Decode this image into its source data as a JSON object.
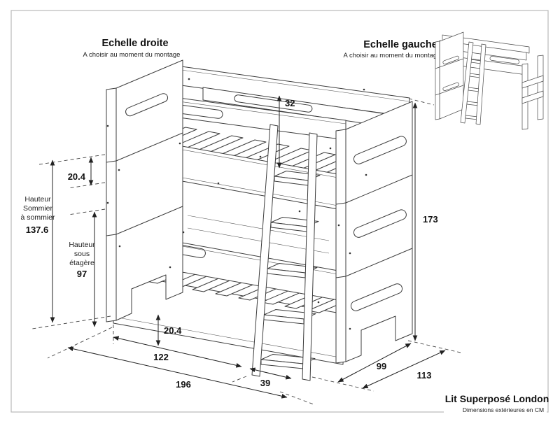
{
  "page": {
    "background": "#ffffff",
    "border_color": "#b9b9b9",
    "line_color": "#3c3c3c"
  },
  "annotations": {
    "ladder_right": {
      "title": "Echelle droite",
      "subtitle": "A choisir au moment du montage"
    },
    "ladder_left": {
      "title": "Echelle gauche",
      "subtitle": "A choisir au moment du montage"
    }
  },
  "title_block": {
    "product_name": "Lit Superposé London",
    "note": "Dimensions extérieures en CM"
  },
  "dimensions": {
    "guardrail_above_mattress": "32",
    "upper_rail_gap": "20.4",
    "sommier_label_line1": "Hauteur",
    "sommier_label_line2": "Sommier",
    "sommier_label_line3": "à sommier",
    "sommier_to_sommier_value": "137.6",
    "under_shelf_label_line1": "Hauteur",
    "under_shelf_label_line2": "sous",
    "under_shelf_label_line3": "étagère",
    "under_shelf_value": "97",
    "base_height": "20.4",
    "inner_length": "122",
    "ladder_offset": "39",
    "overall_length": "196",
    "bed_depth": "99",
    "overall_depth": "113",
    "overall_height": "173"
  }
}
